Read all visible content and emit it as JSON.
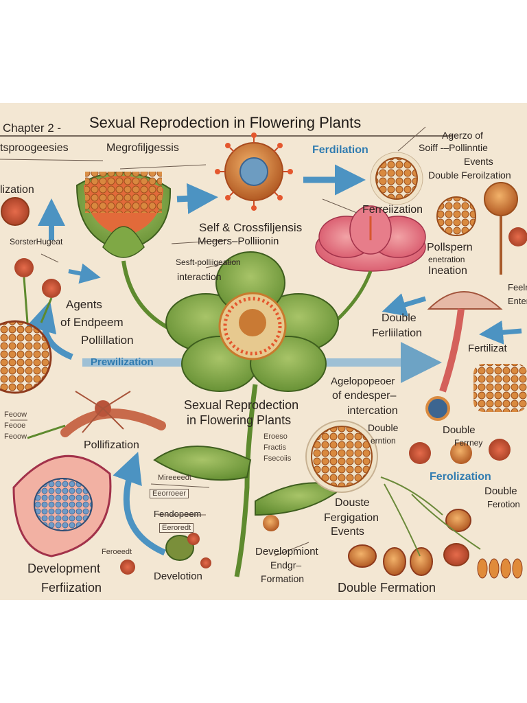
{
  "header": {
    "chapter": "Chapter 2 -",
    "title": "Sexual Reprodection in Flowering Plants"
  },
  "labels": {
    "top_left_1": "tsproogeesies",
    "top_left_2": "Megrofiljgessis",
    "top_right_1": "Agerzo of",
    "top_right_2": "Soiff -–Pollinntie",
    "top_right_3": "Events",
    "top_right_4": "Double Feroilzation",
    "fertilization_blue_top": "Ferdilation",
    "left_lization": "lization",
    "ferrelization": "Ferreiization",
    "self_cross_1": "Self & Crossfiljensis",
    "self_cross_2": "Megers–Polliionin",
    "sorsterflugeat": "SorsterHugeat",
    "self_pollination_1": "Sesft-polliigeation",
    "self_pollination_2": "interaction",
    "pollspern_1": "Pollspern",
    "pollspern_2": "enetration",
    "pollspern_3": "Ineation",
    "agents_1": "Agents",
    "agents_2": "of Endpeem",
    "agents_3": "Pollillation",
    "double_fert_1": "Double",
    "double_fert_2": "Ferliilation",
    "feel_1": "Feelr",
    "feel_2": "Enter",
    "prewilization": "Prewilization",
    "fertilizat_right": "Fertilizat",
    "center_1": "Sexual Reprodection",
    "center_2": "in Flowering Plants",
    "agelopo_1": "Agelopopeoer",
    "agelopo_2": "of endesper–",
    "agelopo_3": "intercation",
    "small_1": "Eroeso",
    "small_2": "Fractis",
    "small_3": "Fsecoiis",
    "double_mid_1": "Double",
    "double_mid_2": "erntion",
    "double_right_1": "Double",
    "double_right_2": "Ferrney",
    "pollification": "Pollifization",
    "fertilization_blue_right": "Ferolization",
    "box_1": "Mireeeedt",
    "box_2": "Eeorroeer",
    "box_3": "Fendopeem",
    "box_4": "Eeroredt",
    "box_5": "Feroeedt",
    "double_fer_1": "Double",
    "double_fer_2": "Ferotion",
    "douste_1": "Douste",
    "douste_2": "Fergigation",
    "douste_3": "Events",
    "development": "Development",
    "ferfization_left": "Ferfiization",
    "develotion": "Develotion",
    "develop_1": "Developmiont",
    "develop_2": "Endgr–",
    "develop_3": "Formation",
    "double_fermation": "Double Fermation",
    "left_small_1": "Feoow",
    "left_small_2": "Feooe",
    "left_small_3": "Feoow"
  }
}
